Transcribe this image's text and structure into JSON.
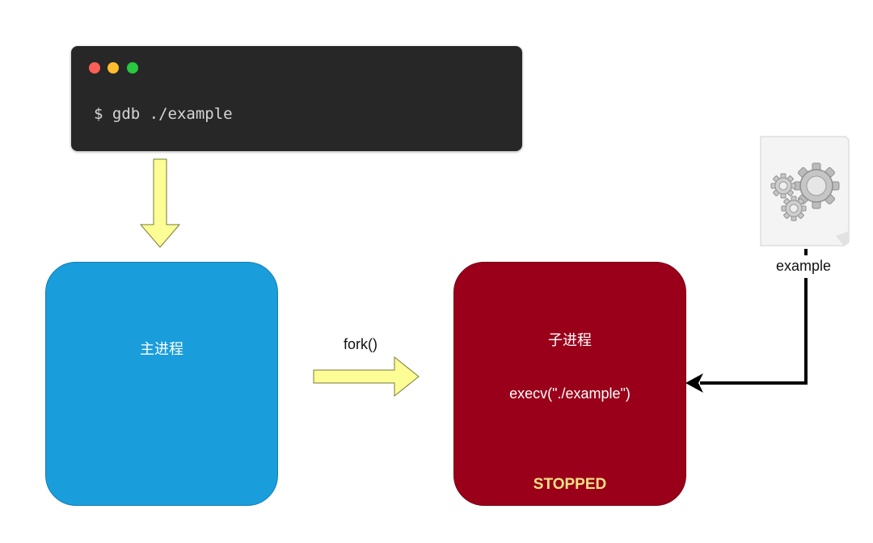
{
  "terminal": {
    "command": "$ gdb ./example"
  },
  "main_process": {
    "label": "主进程"
  },
  "fork": {
    "label": "fork()"
  },
  "child_process": {
    "label": "子进程",
    "exec_call": "execv(\"./example\")",
    "status": "STOPPED"
  },
  "file": {
    "name": "example",
    "icon": "gears-file-icon"
  },
  "colors": {
    "terminal_bg": "#272727",
    "main_process": "#1a9ddb",
    "child_process": "#9a0019",
    "status_text": "#f5e187",
    "arrow_fill": "#fdfd96"
  }
}
